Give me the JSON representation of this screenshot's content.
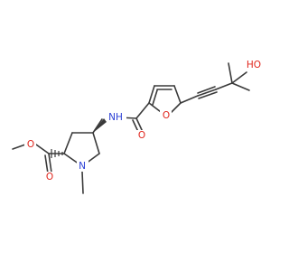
{
  "molecule": {
    "atom_labels": {
      "furan_o": "O",
      "amide_o": "O",
      "amide_nh": "NH",
      "hydroxyl": "HO",
      "ester_o_single": "O",
      "ester_o_double": "O",
      "ring_n": "N"
    },
    "colors": {
      "bond": "#3a3a3a",
      "oxygen": "#e0241b",
      "nitrogen": "#2a3fd6",
      "background": "#ffffff"
    }
  }
}
